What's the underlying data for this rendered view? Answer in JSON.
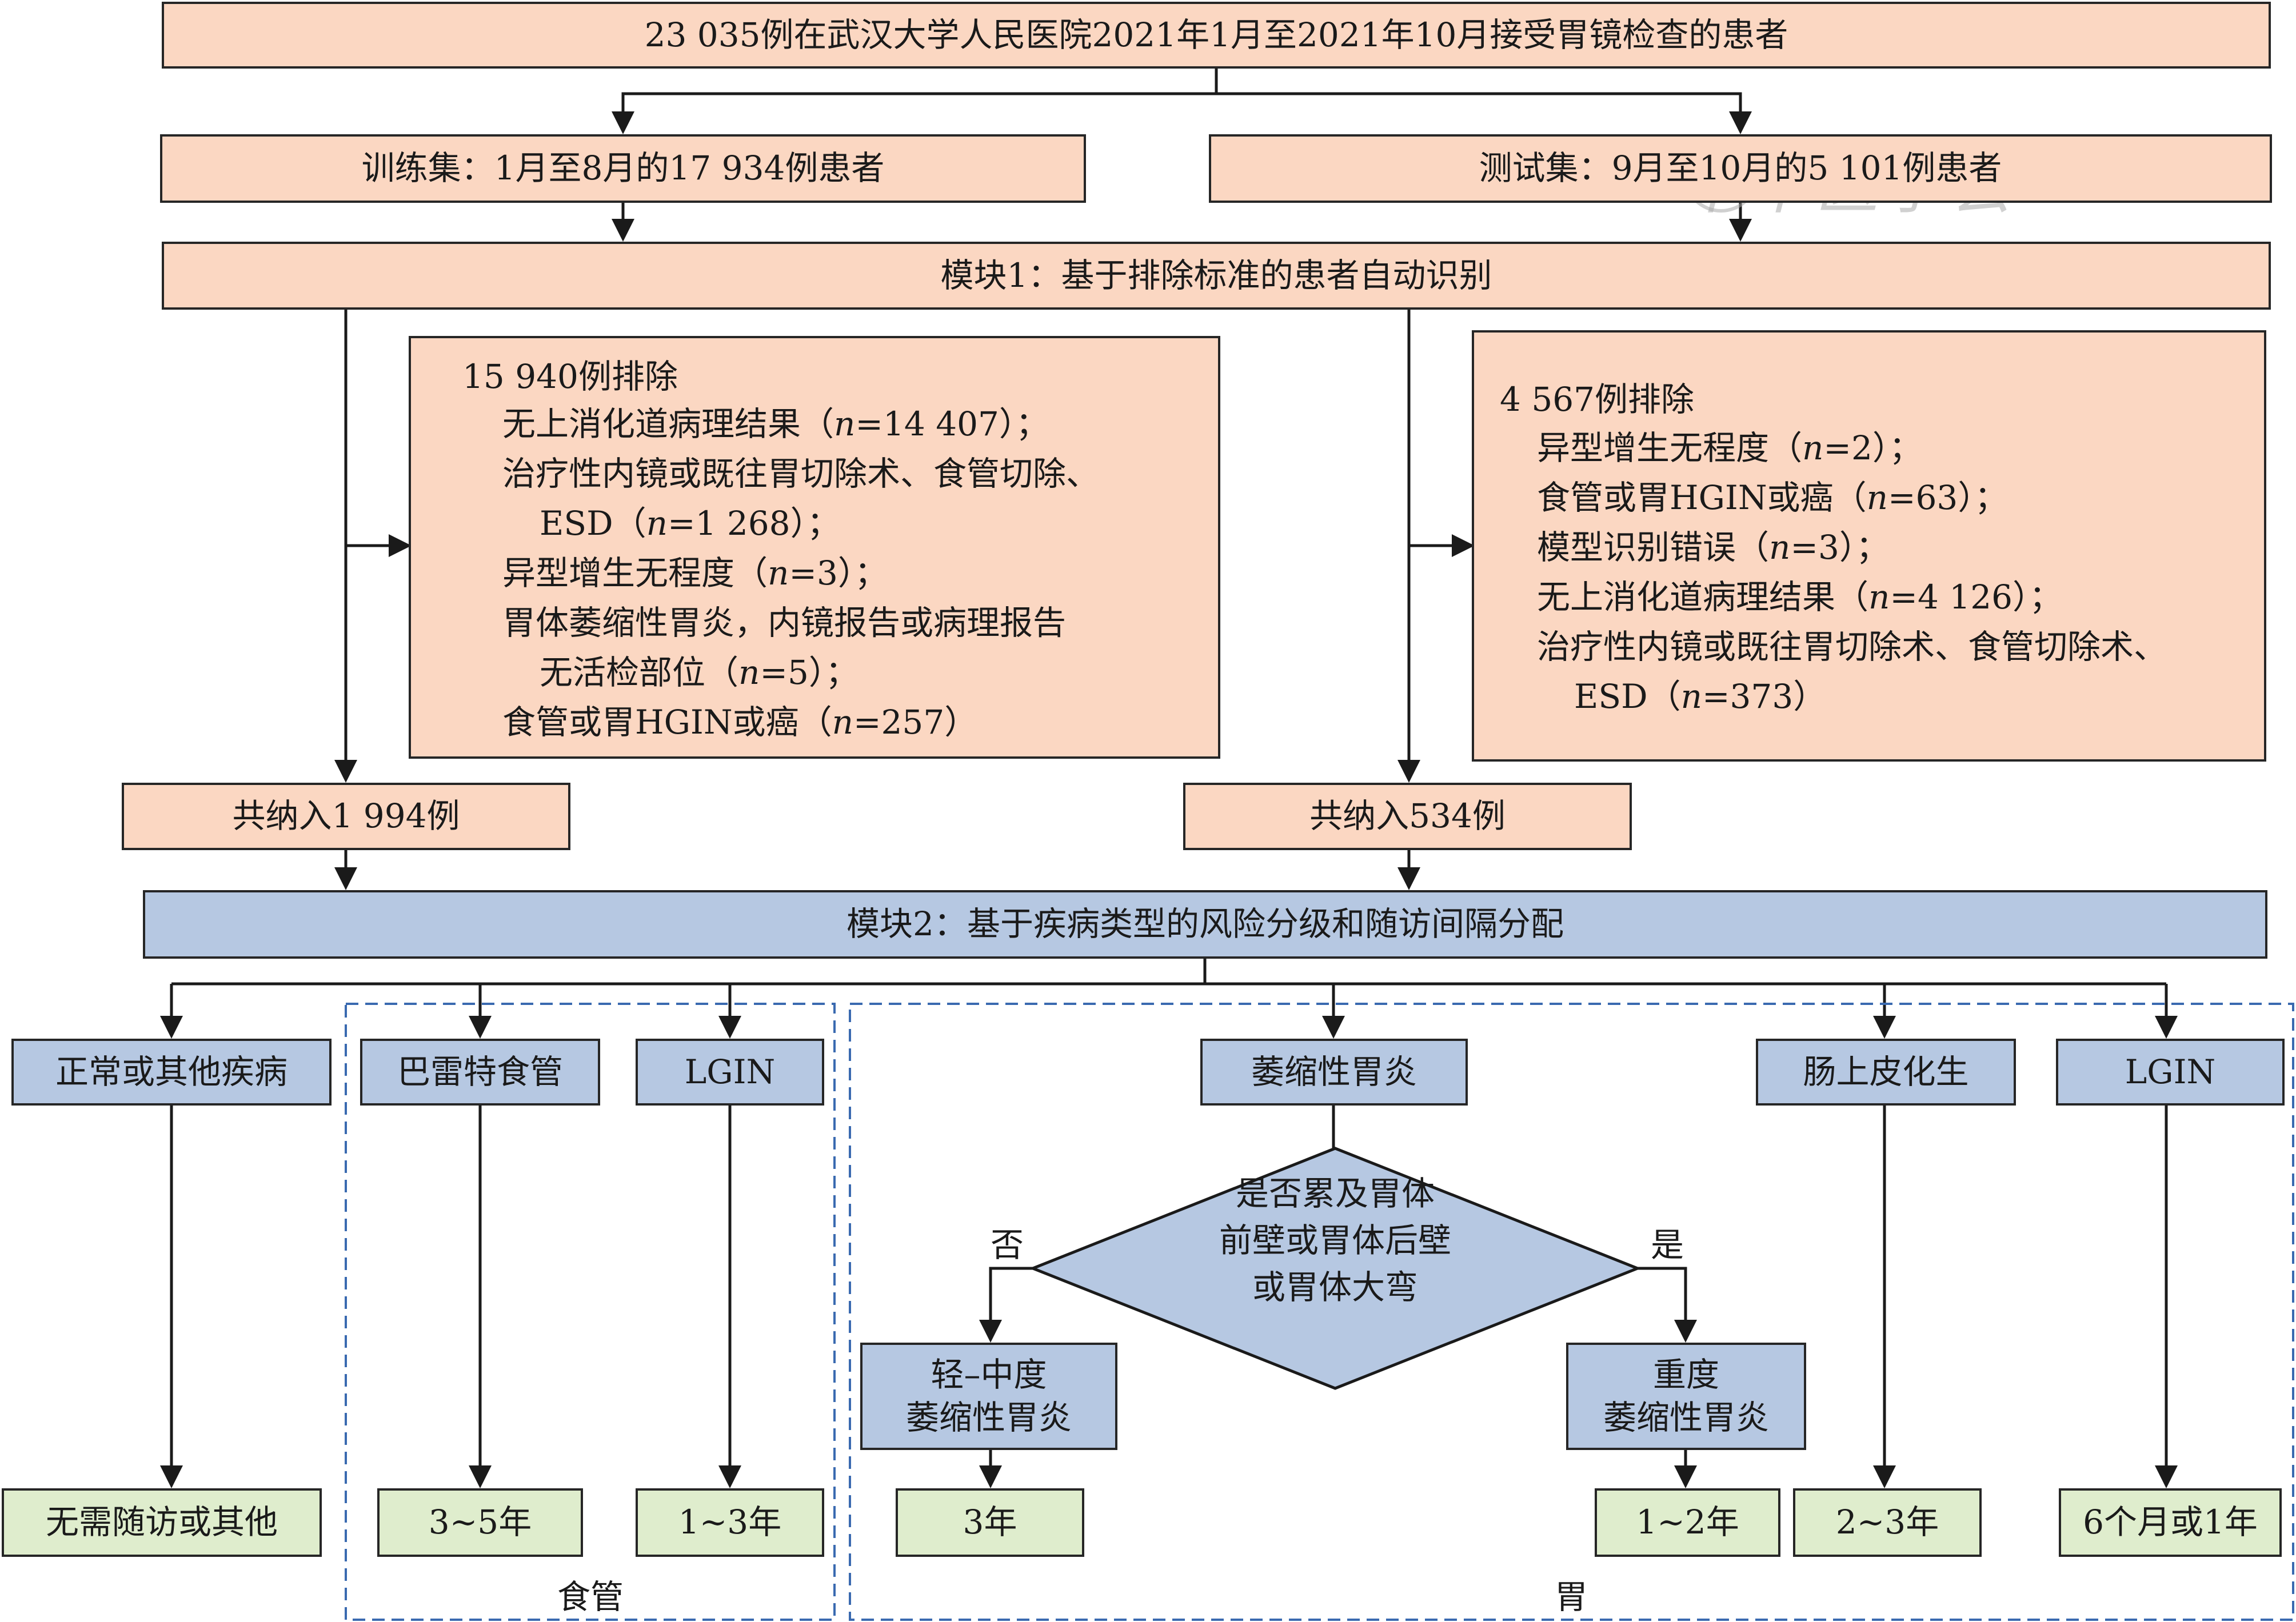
{
  "top": "23 035例在武汉大学人民医院2021年1月至2021年10月接受胃镜检查的患者",
  "train": "训练集：1月至8月的17 934例患者",
  "test": "测试集：9月至10月的5 101例患者",
  "module1": "模块1：基于排除标准的患者自动识别",
  "excl_left": {
    "title": "15 940例排除",
    "lines": [
      "无上消化道病理结果（n=14 407）；",
      "治疗性内镜或既往胃切除术、食管切除、",
      "ESD（n=1 268）；",
      "异型增生无程度（n=3）；",
      "胃体萎缩性胃炎，内镜报告或病理报告",
      "无活检部位（n=5）；",
      "食管或胃HGIN或癌（n=257）"
    ]
  },
  "excl_right": {
    "title": "4 567例排除",
    "lines": [
      "异型增生无程度（n=2）；",
      "食管或胃HGIN或癌（n=63）；",
      "模型识别错误（n=3）；",
      "无上消化道病理结果（n=4 126）；",
      "治疗性内镜或既往胃切除术、食管切除术、",
      "ESD（n=373）"
    ]
  },
  "incl_left": "共纳入1 994例",
  "incl_right": "共纳入534例",
  "module2": "模块2：基于疾病类型的风险分级和随访间隔分配",
  "cats": {
    "normal": "正常或其他疾病",
    "barrett": "巴雷特食管",
    "lgin_e": "LGIN",
    "atrophic": "萎缩性胃炎",
    "im": "肠上皮化生",
    "lgin_s": "LGIN"
  },
  "diamond": [
    "是否累及胃体",
    "前壁或胃体后壁",
    "或胃体大弯"
  ],
  "no": "否",
  "yes": "是",
  "mild": [
    "轻–中度",
    "萎缩性胃炎"
  ],
  "severe": [
    "重度",
    "萎缩性胃炎"
  ],
  "out": {
    "normal": "无需随访或其他",
    "barrett": "3~5年",
    "lgin_e": "1~3年",
    "mild": "3年",
    "severe": "1~2年",
    "im": "2~3年",
    "lgin_s": "6个月或1年"
  },
  "group_esoph": "食管",
  "group_stomach": "胃",
  "watermark": "中华医学会"
}
